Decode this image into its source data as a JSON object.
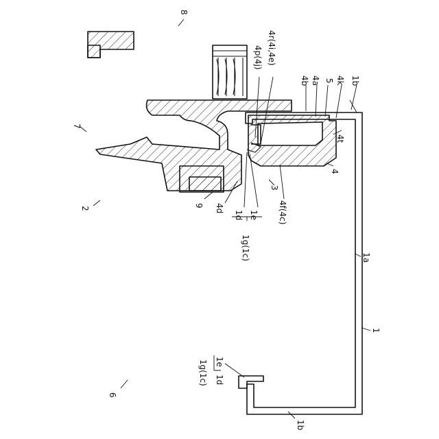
{
  "labels": {
    "n1": "1",
    "n1a": "1a",
    "n1b_top": "1b",
    "n1b_bottom": "1b",
    "n1d_top": "1d",
    "n1e_top": "1e",
    "n1g_top": "1g(1c)",
    "n1d_bottom": "1d",
    "n1e_bottom": "1e",
    "n1g_bottom": "1g(1c)",
    "n2": "2",
    "n3": "3",
    "n4": "4",
    "n4a": "4a",
    "n4b": "4b",
    "n4d": "4d",
    "n4f": "4f(4c)",
    "n4k": "4k",
    "n4p": "4p(4j)",
    "n4r": "4r(4i,4e)",
    "n4t": "4t",
    "n5": "5",
    "n6": "6",
    "n7": "7",
    "n8": "8",
    "n9": "9"
  }
}
